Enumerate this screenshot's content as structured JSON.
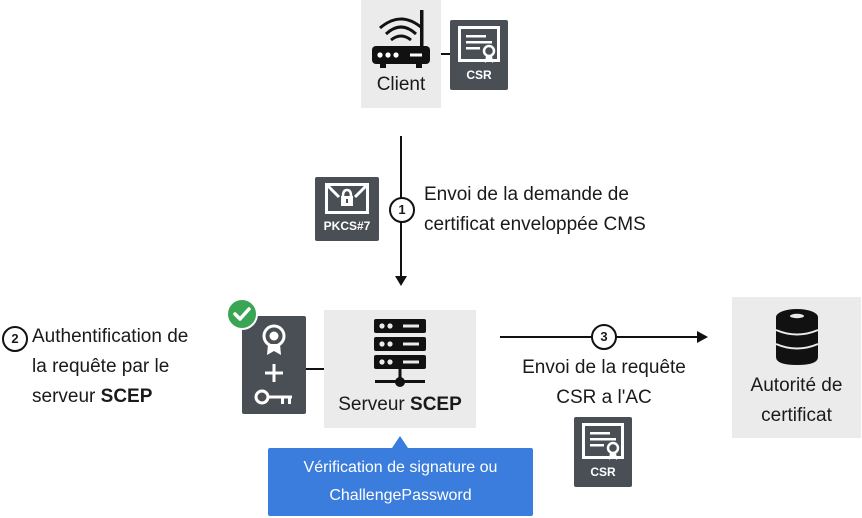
{
  "client": {
    "label": "Client",
    "router_icon": "router-icon"
  },
  "csr_card_top": {
    "label": "CSR",
    "icon": "certificate-icon"
  },
  "pkcs_card": {
    "label": "PKCS#7",
    "icon": "locked-envelope-icon"
  },
  "step1": {
    "number": "1",
    "line1": "Envoi de la demande de",
    "line2": "certificat enveloppée CMS"
  },
  "step2": {
    "number": "2",
    "line1": "Authentification de",
    "line2": "la requête par le",
    "line3_prefix": "serveur ",
    "line3_bold": "SCEP"
  },
  "auth_card": {
    "badge_icon": "award-icon",
    "plus_icon": "plus-icon",
    "key_icon": "key-icon",
    "check_icon": "check-icon"
  },
  "server": {
    "label_prefix": "Serveur ",
    "label_bold": "SCEP",
    "icon": "server-icon"
  },
  "tooltip": {
    "line1": "Vérification de signature ou",
    "line2": "ChallengePassword"
  },
  "step3": {
    "number": "3",
    "line1": "Envoi de la requête",
    "line2": "CSR a l'AC"
  },
  "csr_card_bottom": {
    "label": "CSR",
    "icon": "certificate-icon"
  },
  "ca": {
    "line1": "Autorité de",
    "line2": "certificat",
    "icon": "database-icon"
  },
  "colors": {
    "card": "#4a4f55",
    "node_bg": "#ebebeb",
    "tooltip": "#3b7ddd",
    "check": "#3aa655"
  }
}
